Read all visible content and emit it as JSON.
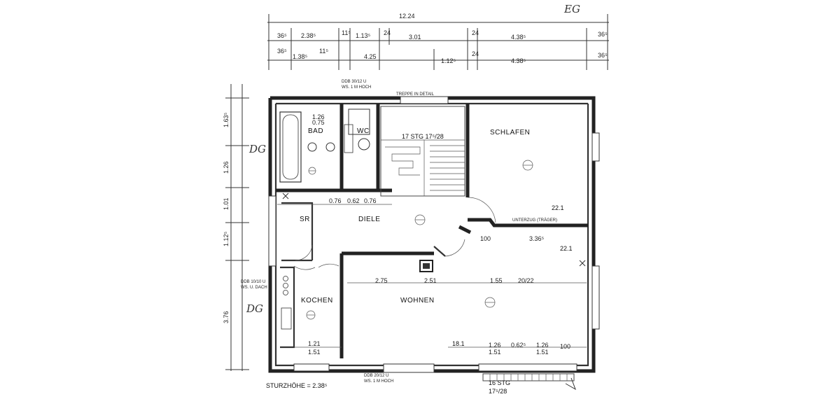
{
  "sheet": {
    "floor_label": "EG",
    "lintel_note": "STURZHÖHE = 2.38⁵"
  },
  "top_dims": {
    "overall": "12.24",
    "row1": [
      "36⁵",
      "2.38⁵",
      "11⁵",
      "1.13⁵",
      "24",
      "3.01",
      "24",
      "4.38⁵",
      "36⁵"
    ],
    "row2": [
      "36⁵",
      "1.38⁵",
      "11⁵",
      "4.25",
      "1.12⁵",
      "24",
      "4.38⁵",
      "36⁵"
    ]
  },
  "left_dims": [
    "1.63⁵",
    "1.26",
    "1.01",
    "1.12⁵",
    "3.76"
  ],
  "rooms": {
    "bad": "BAD",
    "wc": "WC",
    "schlafen": "SCHLAFEN",
    "diele": "DIELE",
    "sr": "SR",
    "kochen": "KOCHEN",
    "wohnen": "WOHNEN"
  },
  "stairs": {
    "upper": "17 STG 17⁵/28",
    "upper_label": "TREPPE IN DETAIL",
    "lower_count": "16 STG",
    "lower_ratio": "17⁵/28"
  },
  "notes": {
    "dg_upper": "DG",
    "dg_lower": "DG",
    "ddb_top": "DDB 30/12 U",
    "ddb_top_2": "WS. 1 M HOCH",
    "ddb_kitchen": "DDB 10/10 U",
    "ddb_kitchen_2": "WS. U. DACH",
    "ddb_bottom": "DDB 20/12 U",
    "ddb_bottom_2": "WS. 1 M HOCH",
    "unterzug": "UNTERZUG (TRÄGER)",
    "level_1": "22.1",
    "level_2": "22.1",
    "level_3": "18.1",
    "wohnen_dims": [
      "2.75",
      "2.51",
      "1.55",
      "20/22"
    ],
    "dim_100_a": "100",
    "dim_100_b": "100",
    "dim_336": "3.36⁵",
    "bottom_dims": [
      "1.26",
      "0.62⁵",
      "1.26",
      "1.51",
      "1.51"
    ],
    "kitchen_dims": [
      "1.21",
      "1.51"
    ],
    "bad_dims": [
      "1.26",
      "0.75"
    ],
    "diele_dims": [
      "0.76",
      "0.62",
      "0.76"
    ]
  }
}
